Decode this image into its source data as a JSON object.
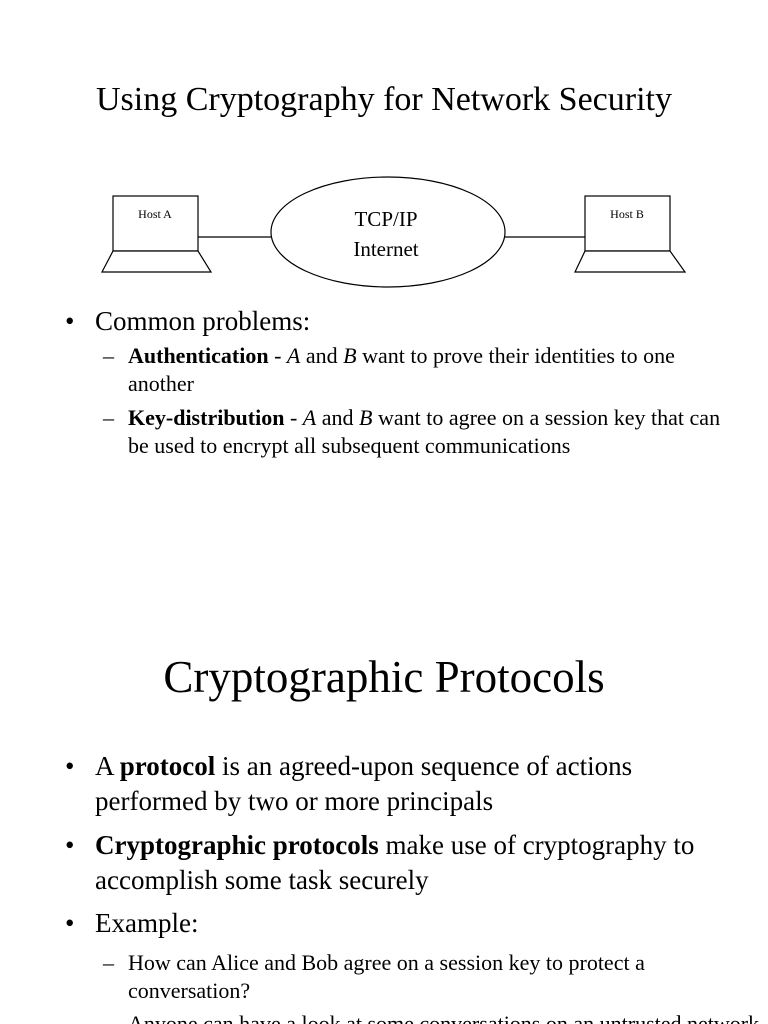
{
  "slide1": {
    "title": "Using Cryptography for Network Security",
    "diagram": {
      "host_a": "Host A",
      "host_b": "Host B",
      "cloud_line1": "TCP/IP",
      "cloud_line2": "Internet"
    },
    "bullet": "Common problems:",
    "auth": {
      "term": "Authentication",
      "sep": " -  ",
      "a": "A",
      "mid": " and ",
      "b": "B",
      "rest": " want to prove their identities to one another"
    },
    "keydist": {
      "term": "Key-distribution",
      "sep": " - ",
      "a": "A",
      "mid": " and ",
      "b": "B",
      "rest": " want to agree on a session key that can be used to encrypt all subsequent communications"
    }
  },
  "slide2": {
    "title": "Cryptographic Protocols",
    "b1": {
      "pre": "A ",
      "term": "protocol",
      "rest": " is an agreed-upon sequence of actions performed by two or more principals"
    },
    "b2": {
      "term": "Cryptographic protocols",
      "rest": " make use of cryptography to accomplish some task securely"
    },
    "b3": "Example:",
    "sub1": "How can Alice and Bob agree on a session key to protect a conversation?",
    "sub2_partial": "Anyone can have a look at some conversations on an untrusted network"
  }
}
